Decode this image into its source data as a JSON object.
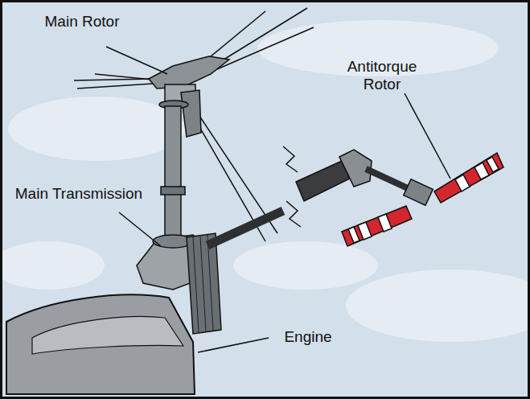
{
  "diagram": {
    "labels": [
      "Main Rotor",
      "Antitorque Rotor",
      "Main Transmission",
      "Engine"
    ]
  }
}
